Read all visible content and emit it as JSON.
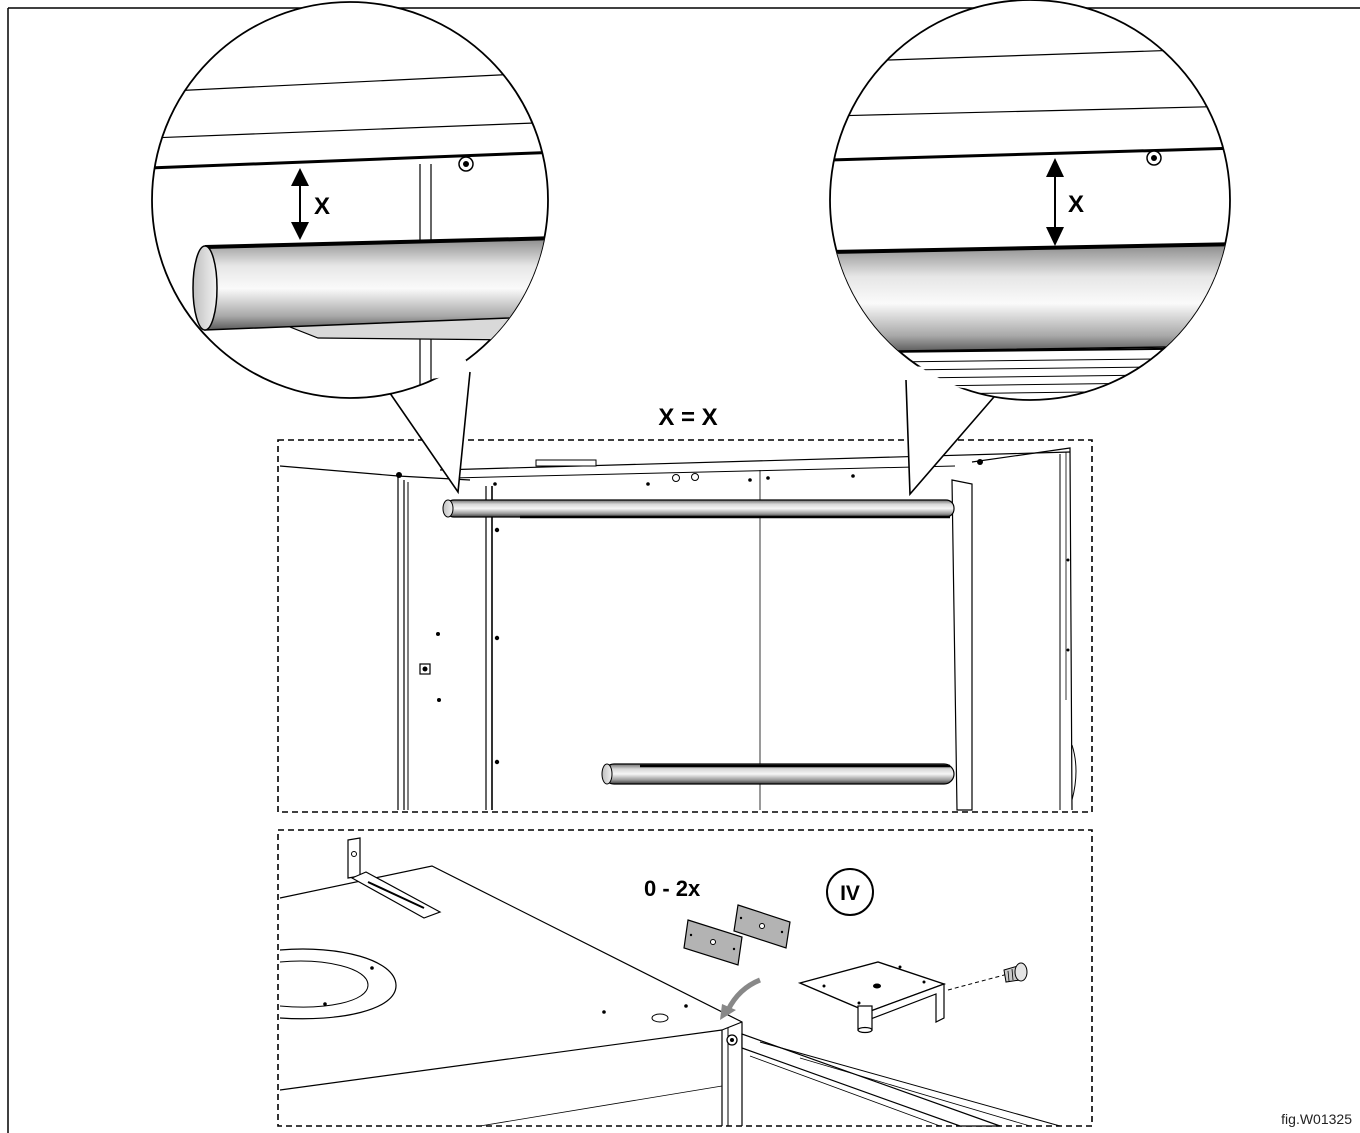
{
  "labels": {
    "gap_left": "X",
    "gap_right": "X",
    "equation": "X = X",
    "shim_count": "0 - 2x",
    "step_number": "IV"
  },
  "figure_id": "fig.W01325",
  "colors": {
    "line": "#000000",
    "rail_light": "#f4f4f4",
    "rail_dark": "#6e6e6e",
    "shim_fill": "#b3b3b3",
    "panel_fill": "#ffffff"
  },
  "icons": [
    "double-arrow-icon",
    "screw-icon",
    "roman-numeral-circle-icon",
    "curved-arrow-icon"
  ]
}
